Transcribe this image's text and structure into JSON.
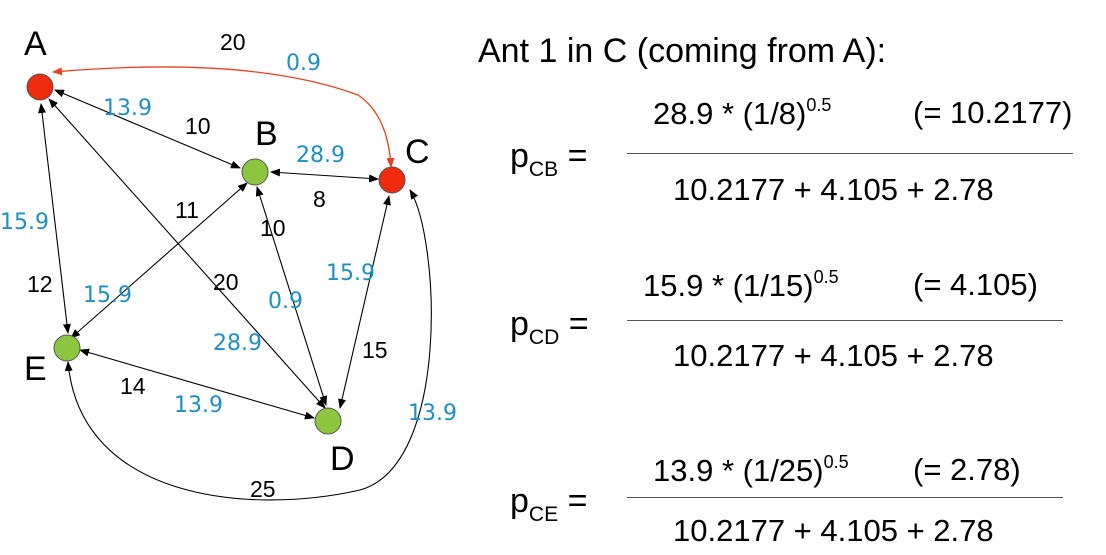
{
  "nodes": [
    {
      "id": "A",
      "label": "A",
      "color": "#f02a0c"
    },
    {
      "id": "B",
      "label": "B",
      "color": "#8cc63f"
    },
    {
      "id": "C",
      "label": "C",
      "color": "#f02a0c"
    },
    {
      "id": "D",
      "label": "D",
      "color": "#8cc63f"
    },
    {
      "id": "E",
      "label": "E",
      "color": "#8cc63f"
    }
  ],
  "edges": [
    {
      "from": "A",
      "to": "C",
      "distance": "20",
      "pheromone": "0.9",
      "highlight": true
    },
    {
      "from": "A",
      "to": "B",
      "distance": "10",
      "pheromone": "13.9"
    },
    {
      "from": "B",
      "to": "C",
      "distance": "8",
      "pheromone": "28.9"
    },
    {
      "from": "A",
      "to": "E",
      "distance": "12",
      "pheromone": "15.9"
    },
    {
      "from": "B",
      "to": "E",
      "distance": "11",
      "pheromone": "15.9"
    },
    {
      "from": "A",
      "to": "D",
      "distance": "20",
      "pheromone": "28.9"
    },
    {
      "from": "B",
      "to": "D",
      "distance": "10",
      "pheromone": "0.9"
    },
    {
      "from": "C",
      "to": "D",
      "distance": "15",
      "pheromone": "15.9"
    },
    {
      "from": "E",
      "to": "D",
      "distance": "14",
      "pheromone": "13.9"
    },
    {
      "from": "E",
      "to": "C",
      "distance": "25",
      "pheromone": "13.9"
    }
  ],
  "title": "Ant 1 in C (coming from A):",
  "probabilities": [
    {
      "p": "p",
      "sub": "CB",
      "eq": "=",
      "num_prefix": "28.9 * (1/8)",
      "num_exp": "0.5",
      "result": "(= 10.2177)",
      "denominator": "10.2177 + 4.105 + 2.78"
    },
    {
      "p": "p",
      "sub": "CD",
      "eq": "=",
      "num_prefix": "15.9 * (1/15)",
      "num_exp": "0.5",
      "result": "(= 4.105)",
      "denominator": "10.2177 + 4.105 + 2.78"
    },
    {
      "p": "p",
      "sub": "CE",
      "eq": "=",
      "num_prefix": "13.9 * (1/25)",
      "num_exp": "0.5",
      "result": "(= 2.78)",
      "denominator": "10.2177 + 4.105 + 2.78"
    }
  ],
  "colors": {
    "highlight_edge": "#e8401c",
    "pheromone_text": "#1f8fc0",
    "visited_node": "#f02a0c",
    "unvisited_node": "#8cc63f"
  }
}
